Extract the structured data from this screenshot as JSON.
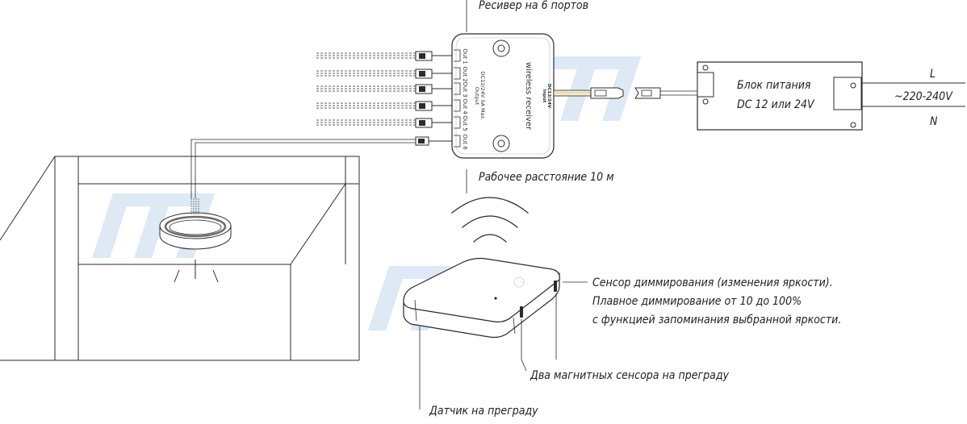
{
  "labels": {
    "receiver_title": "Ресивер на 6 портов",
    "working_distance": "Рабочее расстояние 10 м",
    "power_supply_line1": "Блок питания",
    "power_supply_line2": "DC 12 или 24V",
    "mains_l": "L",
    "mains_voltage": "~220-240V",
    "mains_n": "N",
    "dimming_sensor_line1": "Сенсор диммирования (изменения яркости).",
    "dimming_sensor_line2": "Плавное диммирование от 10 до 100%",
    "dimming_sensor_line3": "с функцией запоминания выбранной яркости.",
    "magnetic_sensors": "Два магнитных сенсора на преграду",
    "obstacle_sensor": "Датчик на преграду"
  },
  "receiver_markings": {
    "device_name": "wireless receiver",
    "input_label": "Input",
    "input_rating": "DC12/24V",
    "output_label": "Output",
    "output_rating": "DC12/24V 5A Max.",
    "ports": [
      "Out 1",
      "Out 2",
      "Out 3",
      "Out 4",
      "Out 5",
      "Out 6"
    ]
  },
  "colors": {
    "line": "#2b2b2b",
    "watermark": "#dbe9f5",
    "device_fill": "#ffffff"
  }
}
